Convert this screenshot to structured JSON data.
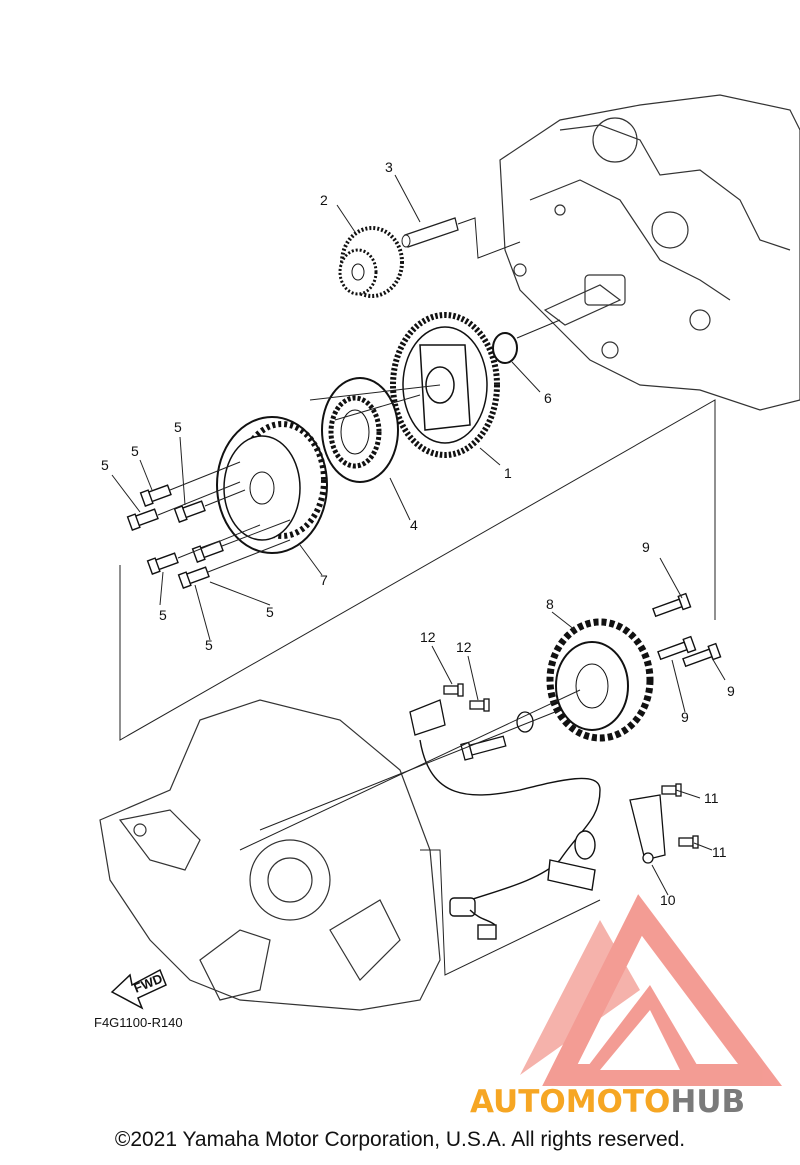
{
  "diagram_code": "F4G1100-R140",
  "fwd_label": "FWD",
  "callouts": {
    "p1": "1",
    "p2": "2",
    "p3": "3",
    "p4": "4",
    "p6": "6",
    "p7": "7",
    "p8": "8",
    "p10": "10",
    "p5a": "5",
    "p5b": "5",
    "p5c": "5",
    "p5d": "5",
    "p5e": "5",
    "p5f": "5",
    "p9a": "9",
    "p9b": "9",
    "p9c": "9",
    "p11a": "11",
    "p11b": "11",
    "p12a": "12",
    "p12b": "12"
  },
  "watermark": {
    "part1": "AUTOMOTO",
    "part2": "HUB",
    "color_logo": "#f28b82",
    "color_part1": "#f6a623",
    "color_part2": "#7a7a7a"
  },
  "copyright": "©2021 Yamaha Motor Corporation, U.S.A. All rights reserved."
}
